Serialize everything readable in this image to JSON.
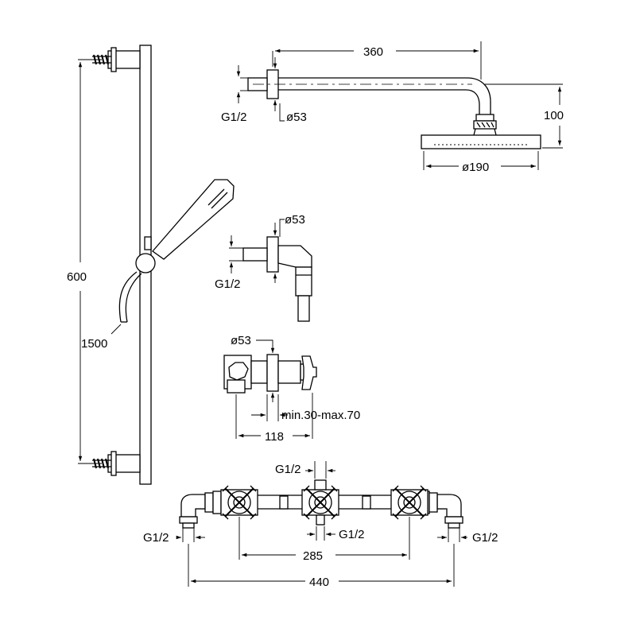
{
  "dimensions": {
    "arm_length": "360",
    "arm_drop": "100",
    "arm_thread": "G1/2",
    "arm_rosette": "ø53",
    "head_diameter": "ø190",
    "rail_height": "600",
    "hose_length": "1500",
    "outlet_rosette": "ø53",
    "outlet_thread": "G1/2",
    "valve_rosette": "ø53",
    "valve_depth_range": "min.30-max.70",
    "valve_depth": "118",
    "mixer_top_thread": "G1/2",
    "mixer_center_thread": "G1/2",
    "mixer_left_thread": "G1/2",
    "mixer_right_thread": "G1/2",
    "mixer_handle_spacing": "285",
    "mixer_total_width": "440"
  },
  "colors": {
    "line": "#000000",
    "background": "#ffffff"
  }
}
